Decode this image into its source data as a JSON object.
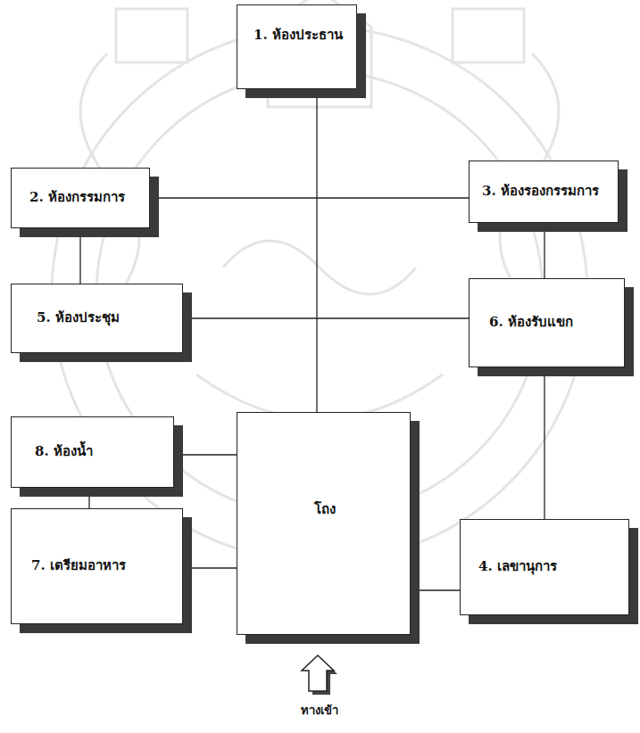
{
  "diagram": {
    "nodes": [
      {
        "text": [
          "1. ห้องประธาน"
        ]
      },
      {
        "text": [
          "2. ห้องกรรมการ"
        ]
      },
      {
        "text": [
          "3. ห้องรองกรรมการ"
        ]
      },
      {
        "text": [
          "5. ห้องประชุม"
        ]
      },
      {
        "text": [
          "6. ห้องรับแขก"
        ]
      },
      {
        "text": [
          "8. ห้องน้ำ"
        ]
      },
      {
        "text": [
          "โถง"
        ]
      },
      {
        "text": [
          "7. เตรียมอาหาร"
        ]
      },
      {
        "text": [
          "4. เลขานุการ"
        ]
      }
    ],
    "edges": [
      {
        "from": 0,
        "to": 6,
        "arrow": "none"
      },
      {
        "from": 1,
        "to": 2,
        "arrow": "none"
      },
      {
        "from": 1,
        "to": 3,
        "arrow": "none"
      },
      {
        "from": 2,
        "to": 4,
        "arrow": "none"
      },
      {
        "from": 3,
        "to": 4,
        "arrow": "none"
      },
      {
        "from": 4,
        "to": 8,
        "arrow": "none"
      },
      {
        "from": 5,
        "to": 7,
        "arrow": "none"
      },
      {
        "from": 5,
        "to": 6,
        "arrow": "none"
      },
      {
        "from": 7,
        "to": 6,
        "arrow": "none"
      },
      {
        "from": 6,
        "to": 8,
        "arrow": "none"
      }
    ],
    "labels": [
      "ทางเข้า"
    ]
  }
}
